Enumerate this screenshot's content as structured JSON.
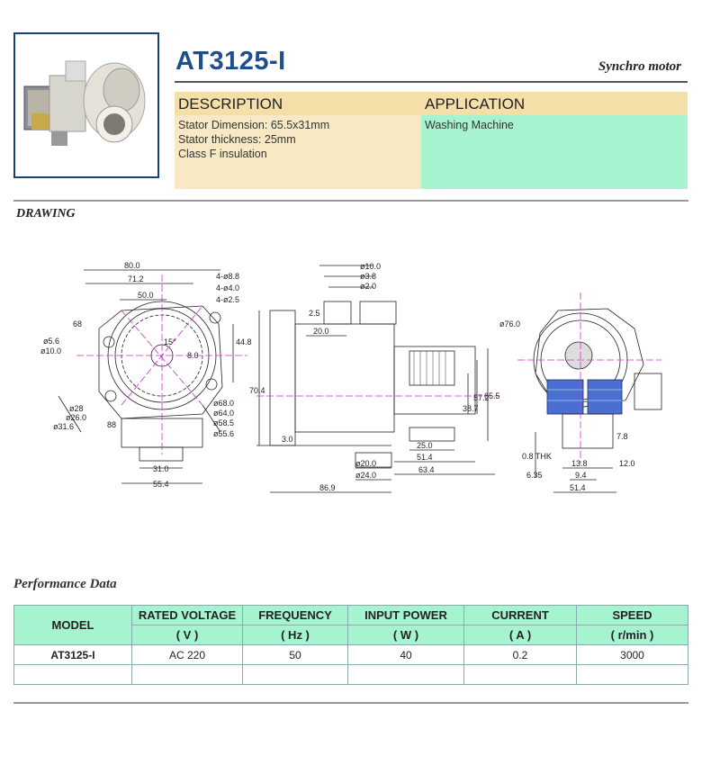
{
  "header": {
    "model": "AT3125-I",
    "subtitle": "Synchro motor"
  },
  "description": {
    "heading": "DESCRIPTION",
    "lines": [
      "Stator Dimension: 65.5x31mm",
      "Stator thickness: 25mm",
      "Class F insulation"
    ]
  },
  "application": {
    "heading": "APPLICATION",
    "lines": [
      "Washing Machine"
    ]
  },
  "drawing": {
    "heading": "DRAWING",
    "dims_left": [
      "80.0",
      "71.2",
      "50.0",
      "68",
      "ø5.6",
      "ø10.0",
      "15°",
      "8.0",
      "44.8",
      "4-ø8.8",
      "4-ø4.0",
      "4-ø2.5",
      "ø68.0",
      "ø64.0",
      "ø58.5",
      "ø55.6",
      "ø28",
      "ø26.0",
      "ø31.6",
      "88",
      "31.0",
      "55.4"
    ],
    "dims_middle": [
      "ø10.0",
      "ø3.8",
      "ø2.0",
      "2.5",
      "20.0",
      "70.4",
      "3.0",
      "38.7",
      "57.2",
      "65.5",
      "25.0",
      "51.4",
      "63.4",
      "ø20.0",
      "ø24.0",
      "86.9"
    ],
    "dims_right": [
      "ø76.0",
      "7.8",
      "0.8 THK",
      "13.8",
      "12.0",
      "6.35",
      "9.4",
      "51.4"
    ]
  },
  "performance": {
    "heading": "Performance Data",
    "columns": [
      {
        "name": "MODEL",
        "unit": ""
      },
      {
        "name": "RATED VOLTAGE",
        "unit": "( V )"
      },
      {
        "name": "FREQUENCY",
        "unit": "( Hz )"
      },
      {
        "name": "INPUT POWER",
        "unit": "( W )"
      },
      {
        "name": "CURRENT",
        "unit": "( A )"
      },
      {
        "name": "SPEED",
        "unit": "( r/min )"
      }
    ],
    "rows": [
      [
        "AT3125-I",
        "AC 220",
        "50",
        "40",
        "0.2",
        "3000"
      ],
      [
        "",
        "",
        "",
        "",
        "",
        ""
      ]
    ]
  },
  "colors": {
    "title_blue": "#1f4e8c",
    "header_tan": "#f4dfa9",
    "body_tan": "#f8e9c4",
    "mint": "#a6f4cf"
  }
}
